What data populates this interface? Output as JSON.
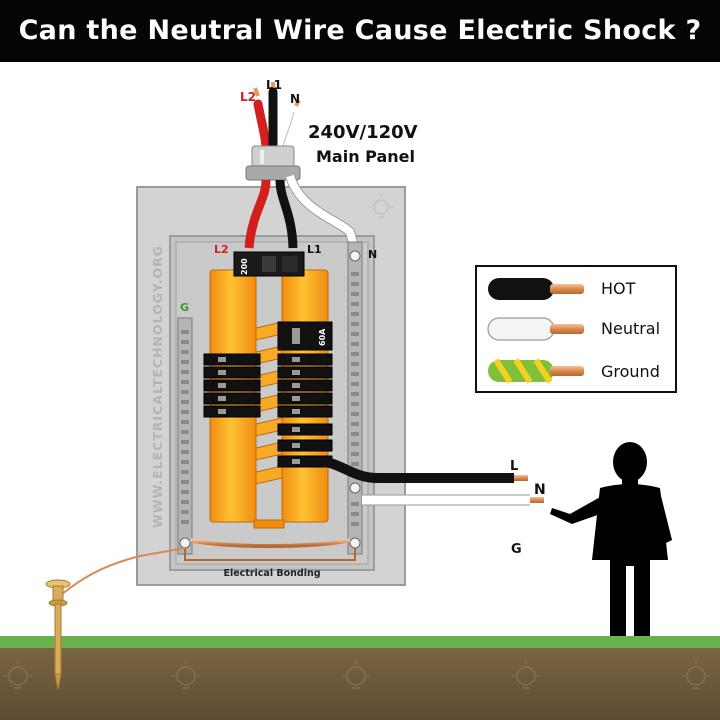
{
  "title": "Can the Neutral Wire Cause Electric Shock ?",
  "panel": {
    "voltage": "240V/120V",
    "name": "Main Panel",
    "watermark": "WWW.ELECTRICALTECHNOLOGY.ORG",
    "bonding_label": "Electrical Bonding",
    "main_breaker_rating": "200",
    "branch_breaker_rating": "60A"
  },
  "service_labels": {
    "l2_top": "L2",
    "l1_top": "L1",
    "n_top": "N",
    "l2_bus": "L2",
    "l1_bus": "L1",
    "n_bar": "N",
    "g_bar": "G"
  },
  "output_labels": {
    "line": "L",
    "neutral": "N",
    "ground": "G"
  },
  "legend": {
    "items": [
      {
        "label": "HOT",
        "color": "#111111"
      },
      {
        "label": "Neutral",
        "color": "#f4f4f4"
      },
      {
        "label": "Ground",
        "color": "#7fbf3a"
      }
    ]
  },
  "colors": {
    "hot_red": "#d3201f",
    "hot_black": "#111111",
    "neutral": "#ffffff",
    "ground": "#7fbf3a",
    "copper": "#e89a5c",
    "bus": "#f4a01b",
    "panel": "#d3d3d3",
    "grass": "#6ab04c",
    "soil": "#6e5a3e"
  }
}
